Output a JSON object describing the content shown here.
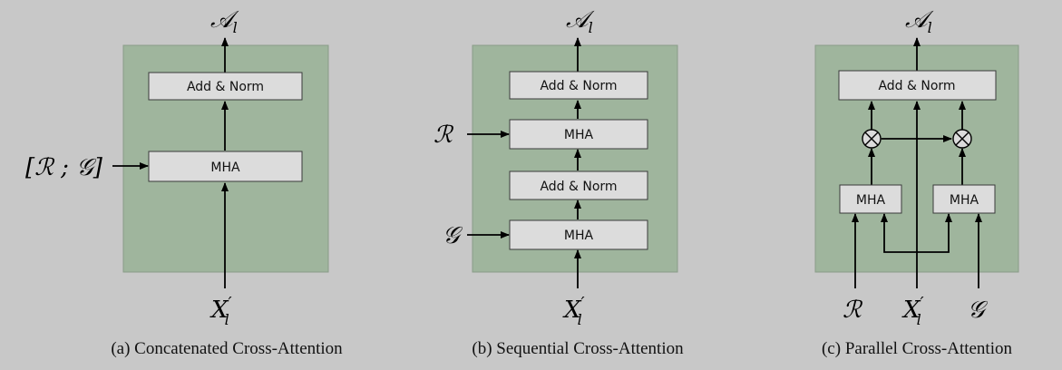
{
  "panels": {
    "a": {
      "caption": "(a) Concatenated Cross-Attention",
      "output_label": "𝒜",
      "output_sub": "l",
      "input_label": "X",
      "input_prime": "′",
      "input_sub": "l",
      "add_norm_label": "Add & Norm",
      "mha_label": "MHA",
      "side_input_label": "[ℛ ; 𝒢]"
    },
    "b": {
      "caption": "(b) Sequential Cross-Attention",
      "output_label": "𝒜",
      "output_sub": "l",
      "input_label": "X",
      "input_prime": "′",
      "input_sub": "l",
      "add_norm_top_label": "Add & Norm",
      "mha_top_label": "MHA",
      "add_norm_bottom_label": "Add & Norm",
      "mha_bottom_label": "MHA",
      "side_input_top_label": "ℛ",
      "side_input_bottom_label": "𝒢"
    },
    "c": {
      "caption": "(c) Parallel Cross-Attention",
      "output_label": "𝒜",
      "output_sub": "l",
      "add_norm_label": "Add & Norm",
      "mha_left_label": "MHA",
      "mha_right_label": "MHA",
      "input_left_label": "ℛ",
      "input_mid_label": "X",
      "input_mid_prime": "′",
      "input_mid_sub": "l",
      "input_right_label": "𝒢"
    }
  }
}
